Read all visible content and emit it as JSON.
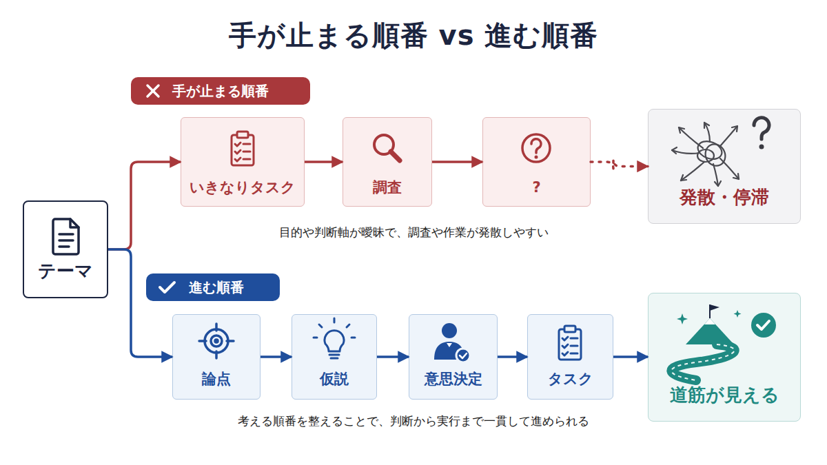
{
  "diagram": {
    "title": "手が止まる順番 vs 進む順番",
    "nodes": [
      {
        "text": [
          "テーマ"
        ]
      },
      {
        "text": [
          "手が止まる順番"
        ]
      },
      {
        "text": [
          "いきなりタスク"
        ]
      },
      {
        "text": [
          "調査"
        ]
      },
      {
        "text": [
          "?"
        ]
      },
      {
        "text": [
          "発散・停滞"
        ]
      },
      {
        "text": [
          "進む順番"
        ]
      },
      {
        "text": [
          "論点"
        ]
      },
      {
        "text": [
          "仮説"
        ]
      },
      {
        "text": [
          "意思決定"
        ]
      },
      {
        "text": [
          "タスク"
        ]
      },
      {
        "text": [
          "道筋が見える"
        ]
      }
    ],
    "edges": [
      {
        "from": 0,
        "to": 2,
        "arrow": "to"
      },
      {
        "from": 2,
        "to": 3,
        "arrow": "to"
      },
      {
        "from": 3,
        "to": 4,
        "arrow": "to"
      },
      {
        "from": 4,
        "to": 5,
        "arrow": "to"
      },
      {
        "from": 0,
        "to": 7,
        "arrow": "to"
      },
      {
        "from": 7,
        "to": 8,
        "arrow": "to"
      },
      {
        "from": 8,
        "to": 9,
        "arrow": "to"
      },
      {
        "from": 9,
        "to": 10,
        "arrow": "to"
      },
      {
        "from": 10,
        "to": 11,
        "arrow": "to"
      }
    ],
    "labels": [
      "目的や判断軸が曖昧で、調査や作業が発散しやすい",
      "考える順番を整えることで、判断から実行まで一貫して進められる"
    ]
  }
}
